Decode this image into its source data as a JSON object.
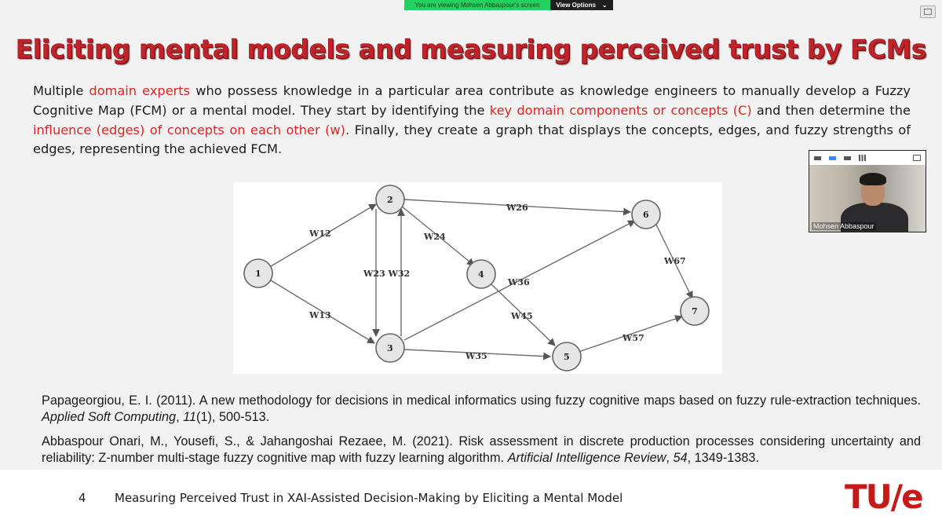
{
  "zoom": {
    "banner_text": "You are viewing Mohsen Abbaspour's screen",
    "view_options_label": "View Options",
    "view_options_icon": "chevron-down-icon"
  },
  "slide": {
    "title": "Eliciting mental models and measuring perceived trust by FCMs",
    "intro": [
      {
        "text": "Multiple ",
        "hl": false
      },
      {
        "text": "domain experts",
        "hl": true
      },
      {
        "text": " who possess knowledge in a particular area contribute as knowledge engineers to manually develop a Fuzzy Cognitive Map (FCM) or a mental model. They start by identifying the ",
        "hl": false
      },
      {
        "text": "key domain components or concepts (C)",
        "hl": true
      },
      {
        "text": " and then determine the ",
        "hl": false
      },
      {
        "text": "influence (edges) of concepts on each other (w)",
        "hl": true
      },
      {
        "text": ". Finally, they create a graph that displays the concepts, edges, and fuzzy strengths of edges, representing the achieved FCM.",
        "hl": false
      }
    ],
    "highlight_color": "#e02424",
    "title_color": "#c0242b"
  },
  "diagram": {
    "nodes": [
      "1",
      "2",
      "3",
      "4",
      "5",
      "6",
      "7"
    ],
    "edge_labels": {
      "w12": "W12",
      "w13": "W13",
      "w23_w32": "W23 W32",
      "w24": "W24",
      "w26": "W26",
      "w36": "W36",
      "w35": "W35",
      "w45": "W45",
      "w57": "W57",
      "w67": "W67"
    }
  },
  "references": [
    {
      "before": "Papageorgiou, E. I. (2011). A new methodology for decisions in medical informatics using fuzzy cognitive maps based on fuzzy rule-extraction techniques. ",
      "journal": "Applied Soft Computing",
      "sep": ", ",
      "volume": "11",
      "after": "(1), 500-513."
    },
    {
      "before": "Abbaspour Onari, M., Yousefi, S., & Jahangoshai Rezaee, M. (2021). Risk assessment in discrete production processes considering uncertainty and reliability: Z-number multi-stage fuzzy cognitive map with fuzzy learning algorithm. ",
      "journal": "Artificial Intelligence Review",
      "sep": ", ",
      "volume": "54",
      "after": ", 1349-1383."
    }
  ],
  "footer": {
    "page_number": "4",
    "text": "Measuring Perceived Trust in XAI-Assisted Decision-Making by Eliciting a Mental Model",
    "logo": "TU/e",
    "logo_color": "#c81919"
  },
  "video": {
    "participant_name": "Mohsen Abbaspour"
  }
}
